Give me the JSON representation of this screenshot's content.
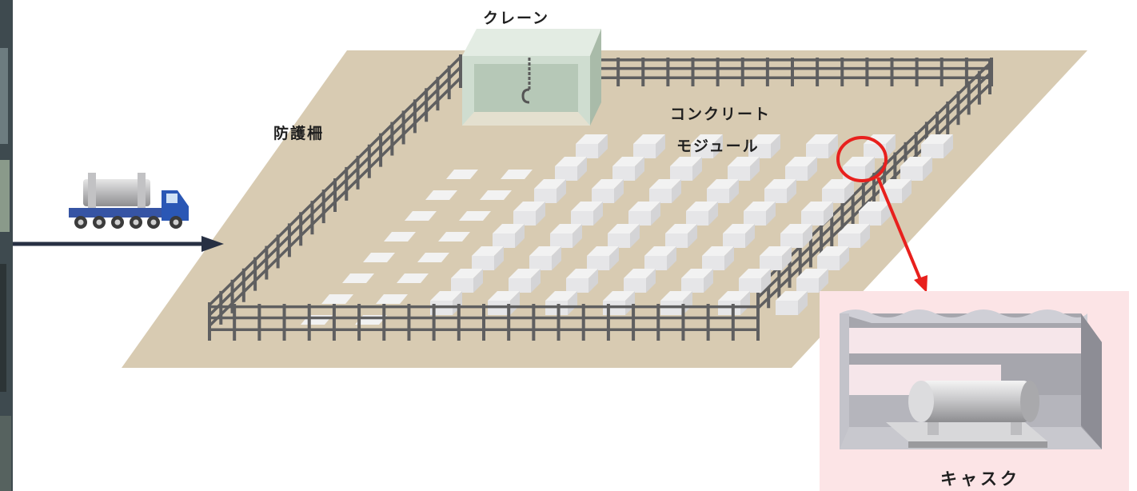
{
  "labels": {
    "crane": "クレーン",
    "fence": "防護柵",
    "module_line1": "コンクリート",
    "module_line2": "モジュール",
    "cask": "キャスク"
  },
  "colors": {
    "ground": "#d8cbb2",
    "fence": "#5f5f60",
    "module_top": "#f2f2f2",
    "module_side": "#d4d4d6",
    "crane": "#cfddd0",
    "truck_cab": "#2a57b5",
    "arrow": "#273043",
    "highlight": "#e8201d",
    "inset_bg": "#fce4e6"
  },
  "icons": [
    "truck-icon",
    "arrow-icon",
    "crane-icon",
    "fence-icon",
    "concrete-module-icon",
    "cask-icon",
    "highlight-circle-icon"
  ]
}
